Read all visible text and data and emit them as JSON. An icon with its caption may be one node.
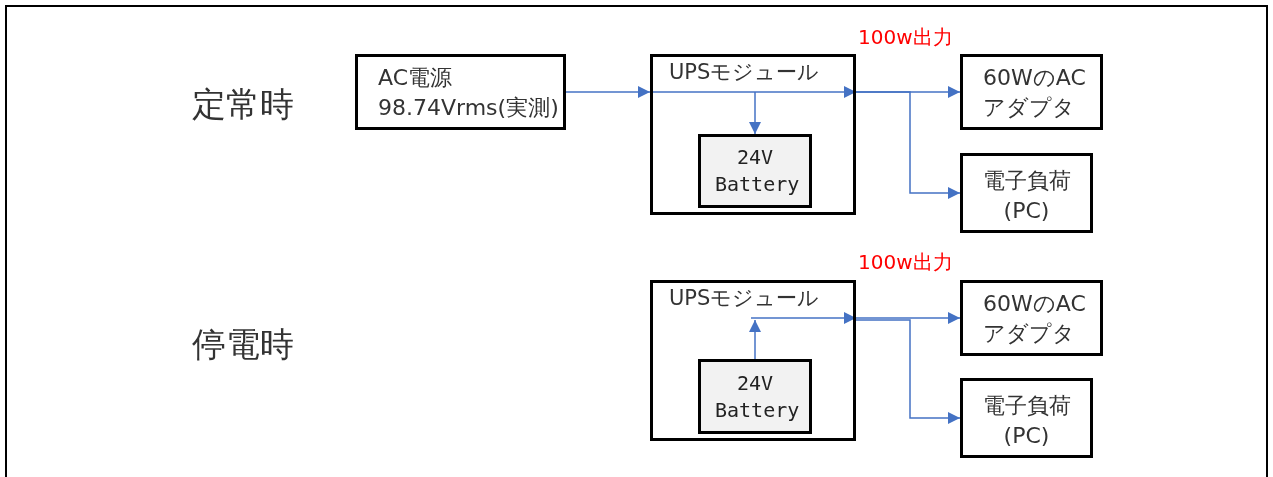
{
  "diagram": {
    "nodes": [
      {
        "text": [
          "AC電源 98.74Vrms(実測)"
        ]
      },
      {
        "text": [
          "UPSモジュール"
        ]
      },
      {
        "text": [
          "24V Battery"
        ],
        "in": 1
      },
      {
        "text": [
          "60WのAC アダプタ"
        ]
      },
      {
        "text": [
          "電子負荷 (PC)"
        ]
      },
      {
        "text": [
          "UPSモジュール"
        ]
      },
      {
        "text": [
          "24V Battery"
        ],
        "in": 5
      },
      {
        "text": [
          "60WのAC アダプタ"
        ]
      },
      {
        "text": [
          "電子負荷 (PC)"
        ]
      }
    ],
    "edges": [
      {
        "from": 0,
        "to": 1,
        "arrow": "to"
      },
      {
        "from": 1,
        "to": 2,
        "arrow": "to"
      },
      {
        "from": 1,
        "to": 3,
        "arrow": "to"
      },
      {
        "from": 1,
        "to": 4,
        "arrow": "to"
      },
      {
        "from": 6,
        "to": 5,
        "arrow": "to"
      },
      {
        "from": 5,
        "to": 7,
        "arrow": "to"
      },
      {
        "from": 5,
        "to": 8,
        "arrow": "to"
      }
    ],
    "labels": [
      "100w出力",
      "定常時",
      "100w出力",
      "停電時"
    ]
  }
}
